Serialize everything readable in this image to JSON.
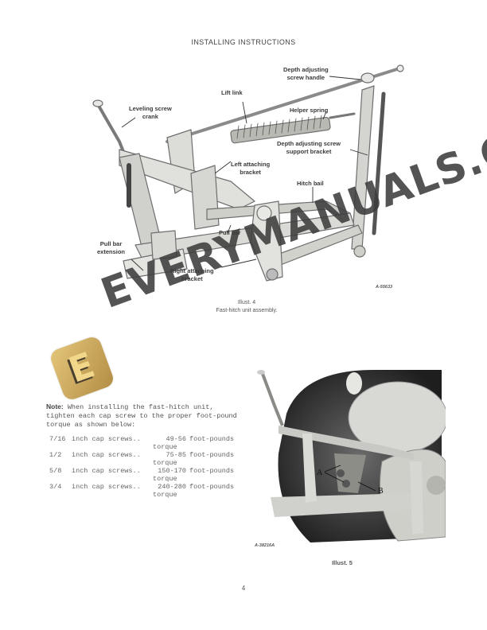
{
  "header": {
    "title": "INSTALLING INSTRUCTIONS"
  },
  "illustration_4": {
    "labels": {
      "depth_handle_1": "Depth adjusting",
      "depth_handle_2": "screw handle",
      "lift_link": "Lift link",
      "leveling_1": "Leveling screw",
      "leveling_2": "crank",
      "helper_spring": "Helper spring",
      "depth_support_1": "Depth adjusting screw",
      "depth_support_2": "support bracket",
      "left_bracket_1": "Left attaching",
      "left_bracket_2": "bracket",
      "hitch_bail": "Hitch bail",
      "pull_bar": "Pull bar",
      "pull_ext_1": "Pull bar",
      "pull_ext_2": "extension",
      "right_bracket_1": "Right attaching",
      "right_bracket_2": "bracket"
    },
    "figure_id": "A-55633",
    "caption_line1": "Illust. 4",
    "caption_line2": "Fast-hitch unit assembly."
  },
  "note": {
    "lead": "Note:",
    "text": " When installing the fast-hitch unit, tighten each cap screw to the proper foot-pound torque as shown below:"
  },
  "torque_table": [
    {
      "size": "7/16",
      "desc": "inch cap screws..",
      "range": "49-56",
      "unit": "foot-pounds",
      "unit2": "torque"
    },
    {
      "size": "1/2",
      "desc": "inch cap screws..",
      "range": "75-85",
      "unit": "foot-pounds",
      "unit2": "torque"
    },
    {
      "size": "5/8",
      "desc": "inch cap screws..",
      "range": "150-170",
      "unit": "foot-pounds",
      "unit2": "torque"
    },
    {
      "size": "3/4",
      "desc": "inch cap screws..",
      "range": "240-280",
      "unit": "foot-pounds",
      "unit2": "torque"
    }
  ],
  "illustration_5": {
    "callout_a": "A",
    "callout_b": "B",
    "figure_id": "A-38216A",
    "caption": "Illust. 5"
  },
  "page_number": "4",
  "watermark": {
    "text": "EVERYMANUALS.COM",
    "logo_letter": "E",
    "logo_color": "#c9a65c"
  }
}
